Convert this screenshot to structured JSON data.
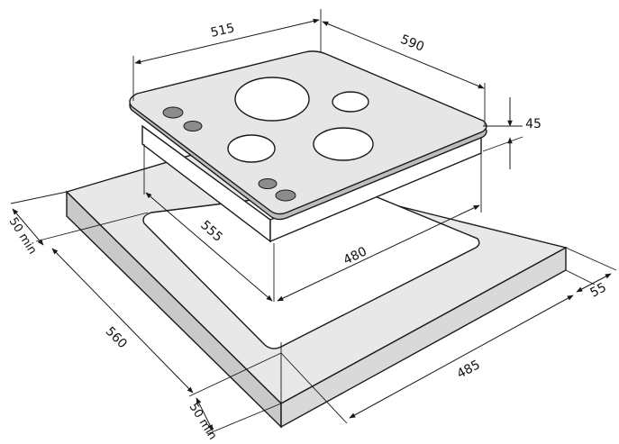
{
  "diagram": {
    "dimensions": {
      "hob_width": "515",
      "hob_depth": "590",
      "hob_height": "45",
      "cutout_depth": "555",
      "cutout_width": "480",
      "worktop_thickness": "55",
      "worktop_depth": "560",
      "worktop_width": "485",
      "clearance_rear": "50 min",
      "clearance_front": "50 min"
    },
    "colors": {
      "line": "#1a1a1a",
      "glass": "#e6e6e6",
      "worktop_top": "#e8e8e8",
      "worktop_side": "#c8c8c8",
      "worktop_front": "#d9d9d9",
      "knob": "#8c8c8c"
    }
  }
}
